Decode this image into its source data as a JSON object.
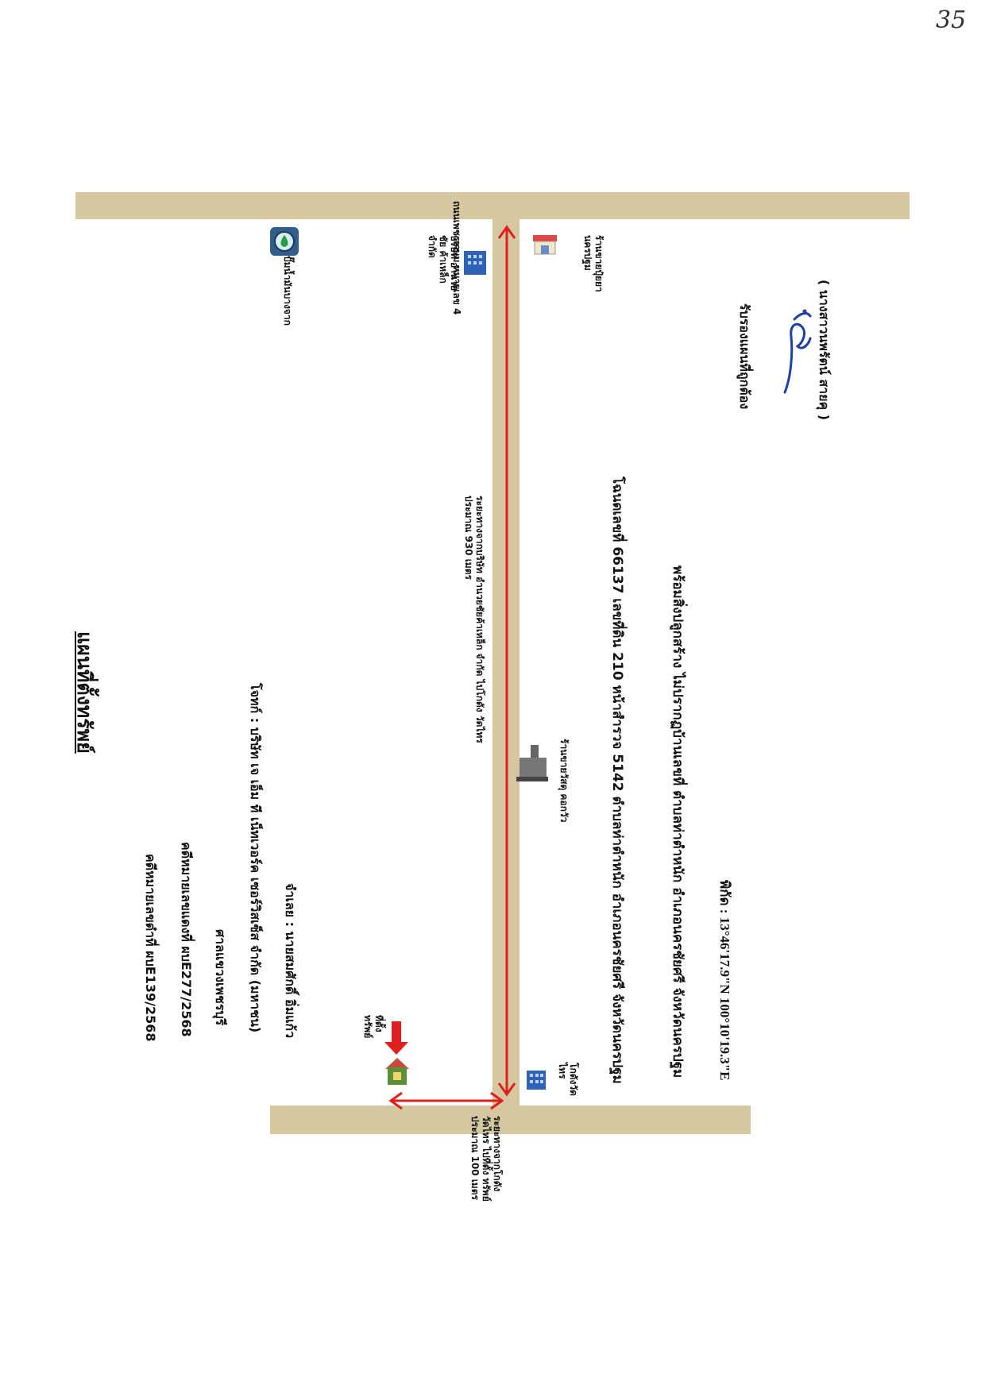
{
  "page_number": "35",
  "map": {
    "title": "แผนที่ตั้งทรัพย์",
    "main_road_label": "ถนนเพชรเกษม หมายเลข 4",
    "info": {
      "case_1": "คดีหมายเลขดำที่ ผบE139/2568",
      "case_2": "คดีหมายเลขแดงที่ ผบE277/2568",
      "court": "ศาลแขวงเพชรบุรี",
      "plaintiff": "โจทก์ : บริษัท เจ เอ็ม ที เน็ทเวอร์ค เซอร์วิสเซ็ส จำกัด (มหาชน)",
      "defendant": "จำเลย : นายสมศักดิ์ อิ่มแก้ว"
    },
    "landmarks": {
      "gas_station": "ปั๊มน้ำมันบางจาก",
      "company": "บริษัท อำนวยชัย ค้าเหล็ก จำกัด",
      "shop": "ร้านขายปุ๋ยยา นครปฐม",
      "warehouse": "ร้านขายวัสดุ คอกวัว",
      "warehouse2": "โกดังวัด ไทร",
      "property": "ที่ตั้ง ทรัพย์"
    },
    "distance_main": "ระยะทางจากบริษัท อำนวยชัยค้าเหล็ก จำกัด ไปโกดัง วัดไทร ประมาณ 930 เมตร",
    "distance_short": "ระยะทางจากโกดัง วัดไทร ไปที่ตั้ง ทรัพย์ ประมาณ 100 เมตร",
    "land_deed": "โฉนดเลขที่ 66137 เลขที่ดิน 210 หน้าสำรวจ 5142 ตำบลท่าตำหนัก อำเภอนครชัยศรี จังหวัดนครปฐม",
    "building": "พร้อมสิ่งปลูกสร้าง ไม่ปรากฏบ้านเลขที่ ตำบลท่าตำหนัก อำเภอนครชัยศรี จังหวัดนครปฐม",
    "coordinates": "พิกัด : 13°46'17.9\"N 100°10'19.3\"E",
    "certify_label": "รับรองแผนที่ถูกต้อง",
    "certifier_name": "( นางสาวนพรัตน์ สายคุ )"
  },
  "colors": {
    "road": "#d5c7a0",
    "arrow": "#e02020",
    "signature": "#1f3fa8"
  }
}
